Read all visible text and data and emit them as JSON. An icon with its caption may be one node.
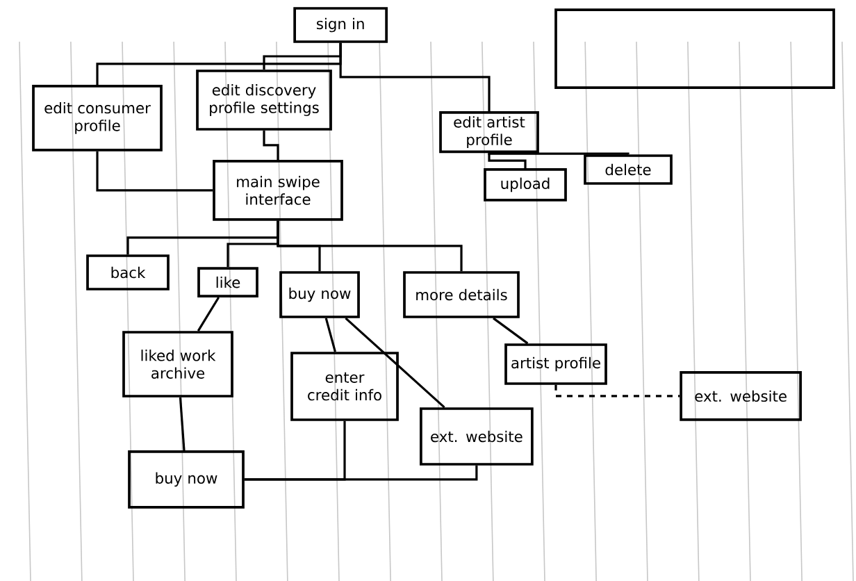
{
  "diagram": {
    "nodes": [
      {
        "text": [
          "sign in"
        ]
      },
      {
        "text": [
          "edit consumer profile"
        ]
      },
      {
        "text": [
          "edit discovery profile settings"
        ]
      },
      {
        "text": [
          "edit artist profile"
        ]
      },
      {
        "text": [
          "main swipe interface"
        ]
      },
      {
        "text": [
          "upload"
        ]
      },
      {
        "text": [
          "delete"
        ]
      },
      {
        "text": [
          "back"
        ]
      },
      {
        "text": [
          "like"
        ]
      },
      {
        "text": [
          "buy now"
        ]
      },
      {
        "text": [
          "more details"
        ]
      },
      {
        "text": [
          "liked work archive"
        ]
      },
      {
        "text": [
          "enter credit info"
        ]
      },
      {
        "text": [
          "ext. website"
        ]
      },
      {
        "text": [
          "artist profile"
        ]
      },
      {
        "text": [
          "buy now"
        ]
      },
      {
        "text": [
          "ext. website"
        ]
      },
      {
        "text": [],
        "shape": "box"
      }
    ],
    "edges": [
      {
        "from": 0,
        "to": 1,
        "arrow": "none"
      },
      {
        "from": 0,
        "to": 2,
        "arrow": "none"
      },
      {
        "from": 0,
        "to": 3,
        "arrow": "none"
      },
      {
        "from": 1,
        "to": 4,
        "arrow": "none"
      },
      {
        "from": 2,
        "to": 4,
        "arrow": "none"
      },
      {
        "from": 3,
        "to": 5,
        "arrow": "none"
      },
      {
        "from": 3,
        "to": 6,
        "arrow": "none"
      },
      {
        "from": 4,
        "to": 7,
        "arrow": "none"
      },
      {
        "from": 4,
        "to": 8,
        "arrow": "none"
      },
      {
        "from": 4,
        "to": 9,
        "arrow": "none"
      },
      {
        "from": 4,
        "to": 10,
        "arrow": "none"
      },
      {
        "from": 8,
        "to": 11,
        "arrow": "none"
      },
      {
        "from": 9,
        "to": 12,
        "arrow": "none"
      },
      {
        "from": 9,
        "to": 13,
        "arrow": "none"
      },
      {
        "from": 10,
        "to": 14,
        "arrow": "none"
      },
      {
        "from": 11,
        "to": 15,
        "arrow": "none"
      },
      {
        "from": 12,
        "to": 15,
        "arrow": "none"
      },
      {
        "from": 13,
        "to": 15,
        "arrow": "none"
      },
      {
        "from": 14,
        "to": 16,
        "arrow": "none",
        "style": "dashed"
      }
    ]
  }
}
